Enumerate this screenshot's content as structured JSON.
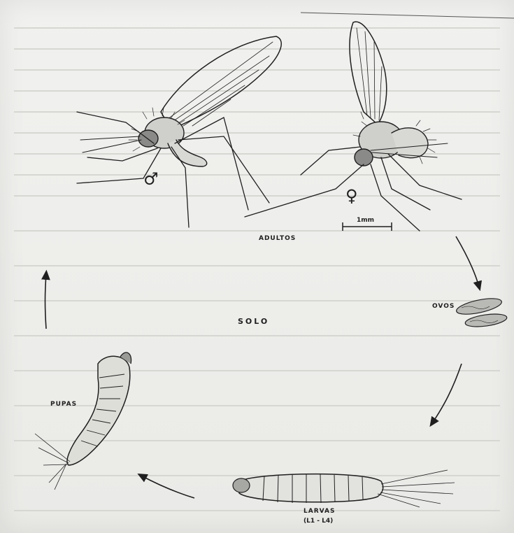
{
  "labels": {
    "adults": "ADULTOS",
    "male_symbol": "♂",
    "female_symbol": "♀",
    "scale": "1mm",
    "soil": "SOLO",
    "eggs": "OVOS",
    "larvae": "LARVAS",
    "larval_stages": "(L1 - L4)",
    "pupae": "PUPAS"
  },
  "colors": {
    "ink": "#1f1f1f",
    "paper": "#eeeeec"
  }
}
